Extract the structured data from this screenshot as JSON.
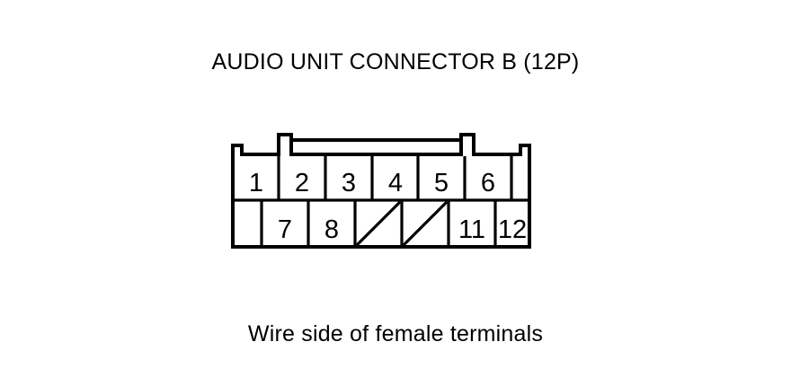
{
  "diagram": {
    "title": "AUDIO UNIT CONNECTOR B (12P)",
    "caption": "Wire side of female terminals",
    "colors": {
      "background": "#ffffff",
      "stroke": "#000000",
      "text": "#000000"
    },
    "connector": {
      "name": "AUDIO UNIT CONNECTOR B",
      "pin_count": "12P",
      "rows": [
        {
          "row_name": "top-row",
          "cells": [
            {
              "label": "1",
              "type": "pin"
            },
            {
              "label": "2",
              "type": "pin"
            },
            {
              "label": "3",
              "type": "pin"
            },
            {
              "label": "4",
              "type": "pin"
            },
            {
              "label": "5",
              "type": "pin"
            },
            {
              "label": "6",
              "type": "pin"
            },
            {
              "label": "",
              "type": "empty"
            }
          ]
        },
        {
          "row_name": "bottom-row",
          "cells": [
            {
              "label": "",
              "type": "empty"
            },
            {
              "label": "7",
              "type": "pin"
            },
            {
              "label": "8",
              "type": "pin"
            },
            {
              "label": "",
              "type": "blank-slash"
            },
            {
              "label": "",
              "type": "blank-slash"
            },
            {
              "label": "11",
              "type": "pin"
            },
            {
              "label": "12",
              "type": "pin"
            }
          ]
        }
      ]
    }
  }
}
